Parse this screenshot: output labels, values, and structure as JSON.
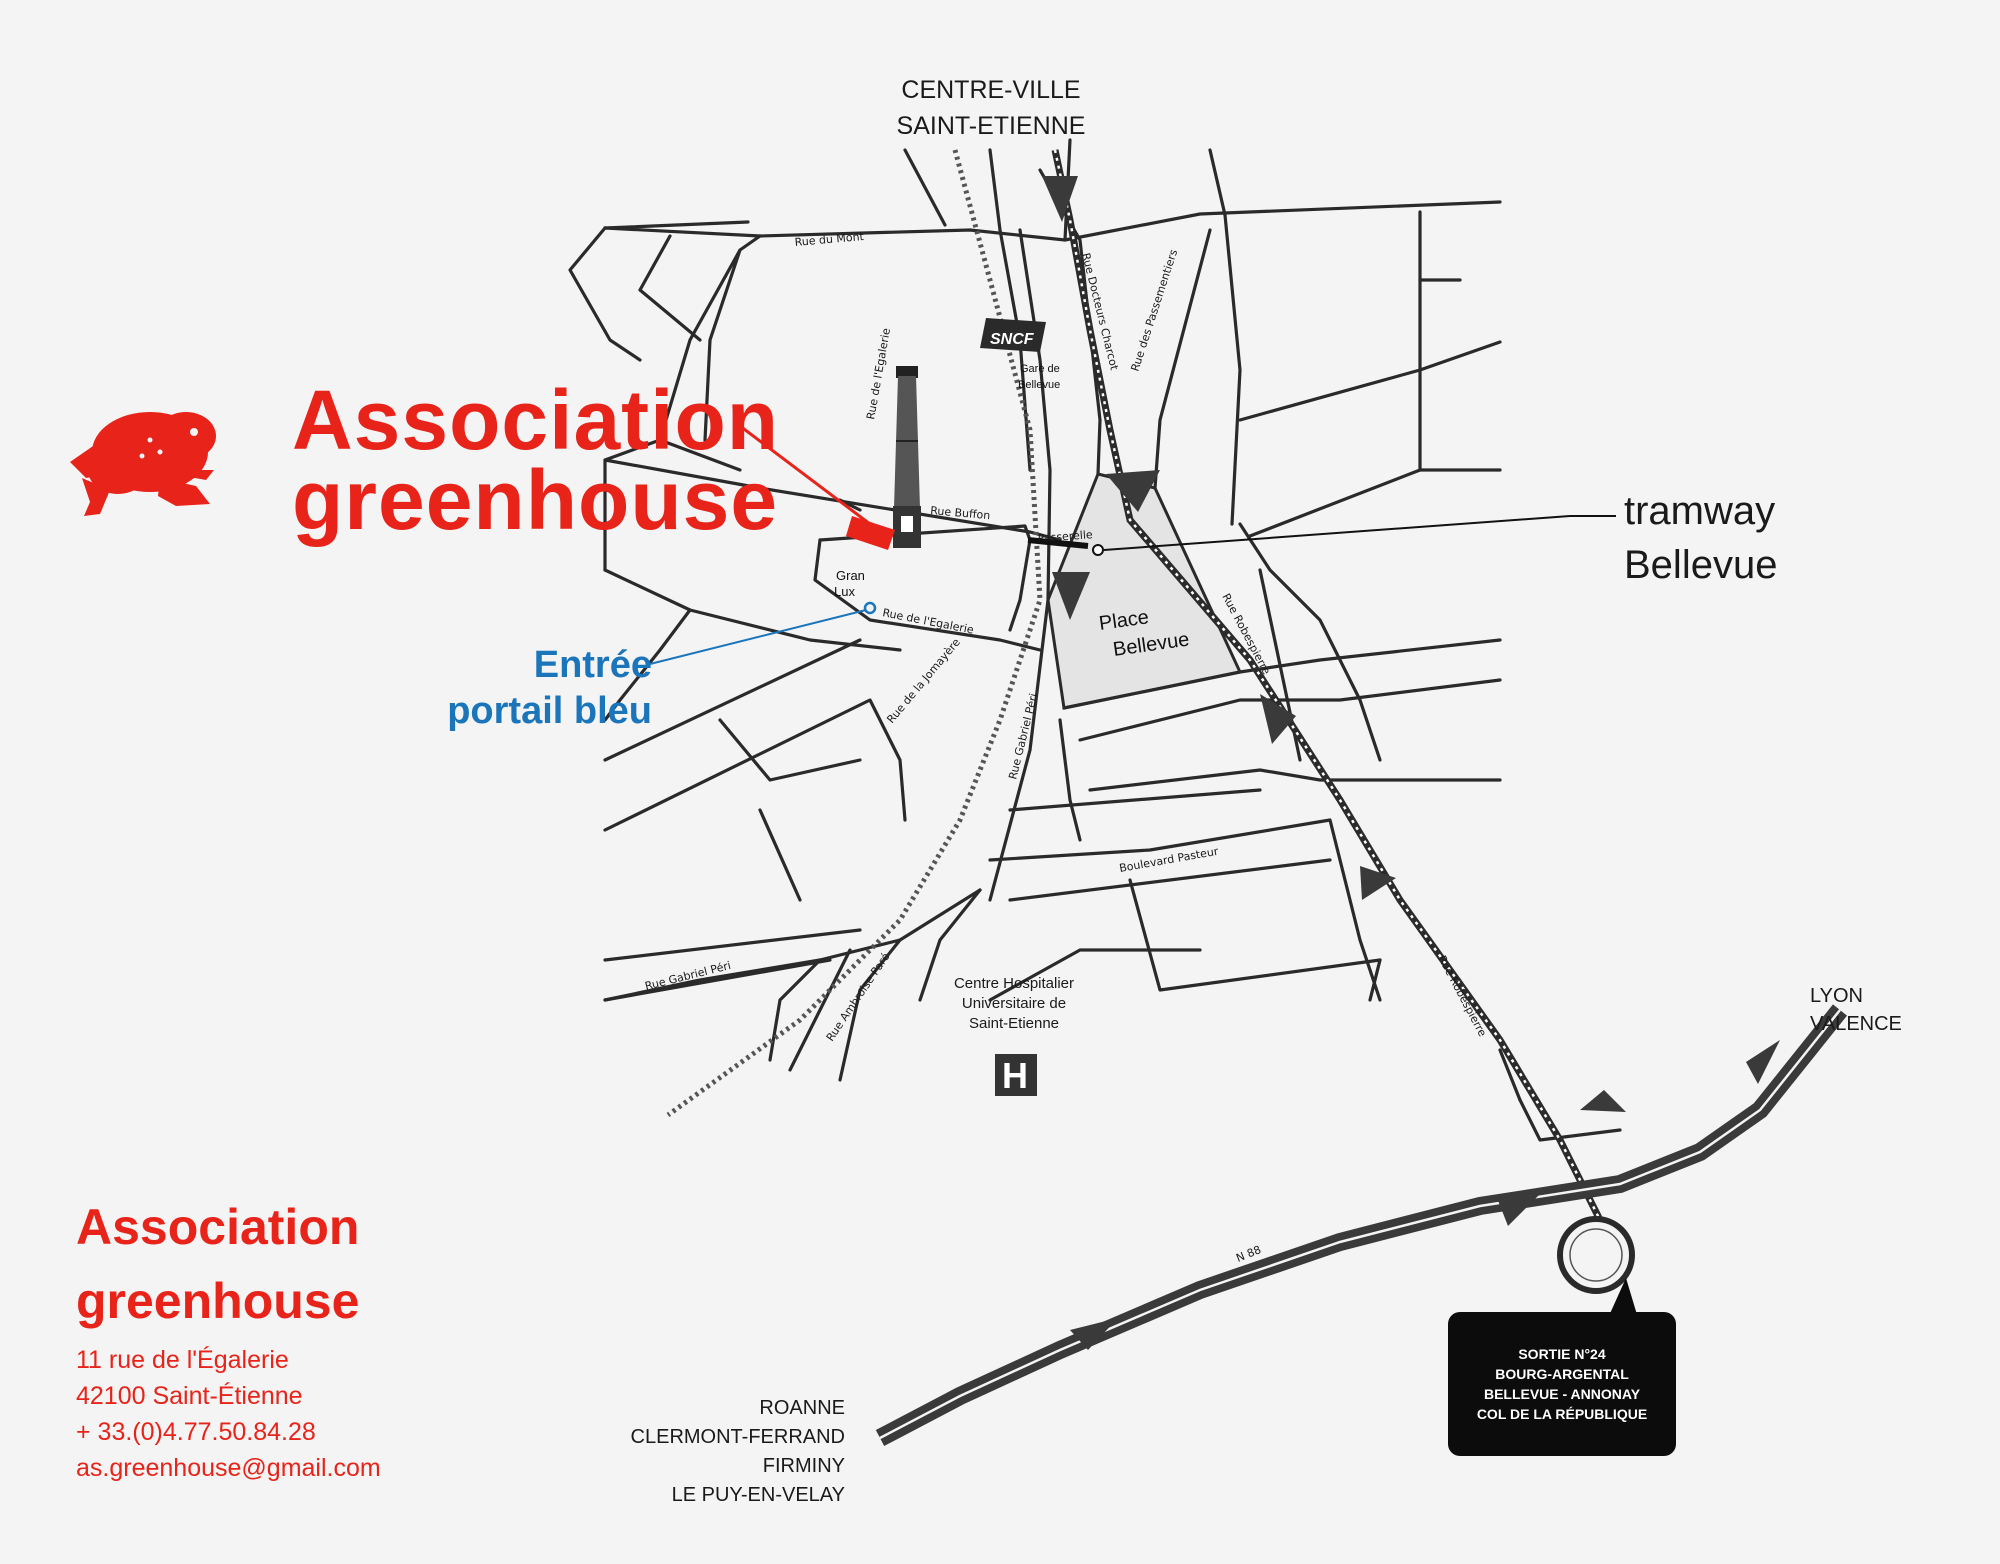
{
  "title": {
    "line1": "Association",
    "line2": "greenhouse"
  },
  "entry": {
    "line1": "Entrée",
    "line2": "portail bleu"
  },
  "tramway": {
    "line1": "tramway",
    "line2": "Bellevue"
  },
  "city_center": {
    "line1": "CENTRE-VILLE",
    "line2": "SAINT-ETIENNE"
  },
  "east_destination": {
    "line1": "LYON",
    "line2": "VALENCE"
  },
  "west_destination": {
    "line1": "ROANNE",
    "line2": "CLERMONT-FERRAND",
    "line3": "FIRMINY",
    "line4": "LE PUY-EN-VELAY"
  },
  "hospital": {
    "line1": "Centre Hospitalier",
    "line2": "Universitaire de",
    "line3": "Saint-Etienne",
    "icon_letter": "H"
  },
  "exit": {
    "line1": "SORTIE  N°24",
    "line2": "BOURG-ARGENTAL",
    "line3": "BELLEVUE - ANNONAY",
    "line4": "COL DE LA RÉPUBLIQUE"
  },
  "station": {
    "logo": "SNCF",
    "line1": "Gare de",
    "line2": "Bellevue"
  },
  "place": {
    "line1": "Place",
    "line2": "Bellevue"
  },
  "gran_lux": {
    "line1": "Gran",
    "line2": "Lux"
  },
  "streets": {
    "rue_du_mont": "Rue du Mont",
    "rue_egalerie_north": "Rue de l'Egalerie",
    "rue_buffon": "Rue Buffon",
    "passerelle": "Passerelle",
    "rue_egalerie": "Rue de l'Egalerie",
    "rue_jomayere": "Rue de la Jomayère",
    "rue_docteurs_charcot": "Rue Docteurs Charcot",
    "rue_passementiers": "Rue des Passementiers",
    "rue_robespierre_1": "Rue Robespierre",
    "rue_robespierre_2": "Rue Robespierre",
    "rue_gabriel_peri_1": "Rue Gabriel Péri",
    "rue_gabriel_peri_2": "Rue Gabriel Péri",
    "boulevard_pasteur": "Boulevard Pasteur",
    "rue_ambroise_pare": "Rue Ambroise Paré",
    "n88": "N 88"
  },
  "address": {
    "title1": "Association",
    "title2": "greenhouse",
    "street": "11 rue de l'Égalerie",
    "city": "42100 Saint-Étienne",
    "phone": "+ 33.(0)4.77.50.84.28",
    "email": "as.greenhouse@gmail.com"
  },
  "colors": {
    "brand_red": "#e8231a",
    "entry_blue": "#1b75bb",
    "road": "#2a2a2a",
    "highway": "#3a3a3a",
    "place_fill": "#e4e4e4"
  },
  "icons": [
    "toad-logo",
    "chimney-icon",
    "hospital-icon",
    "sncf-logo",
    "tram-stop-icon"
  ]
}
